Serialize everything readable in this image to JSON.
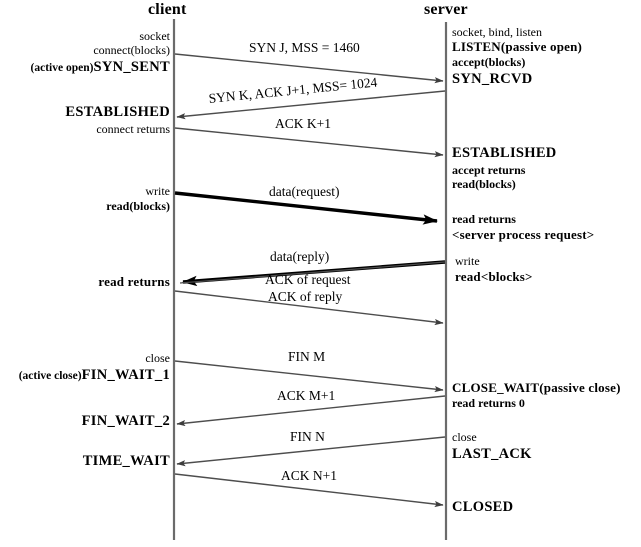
{
  "figure": {
    "type": "tcp-connection-sequence-diagram",
    "client_title": "client",
    "server_title": "server",
    "line_color": "#4d4d4d",
    "text_color": "#000000",
    "background": "#ffffff"
  },
  "client_events": [
    {
      "text": "socket",
      "style": "small-norm"
    },
    {
      "text": "connect(blocks)",
      "style": "small-norm"
    },
    {
      "prefix": "(active open)",
      "text": "SYN_SENT",
      "style": "state"
    },
    {
      "text": "ESTABLISHED",
      "style": "state"
    },
    {
      "text": "connect returns",
      "style": "small-norm"
    },
    {
      "text": "write",
      "style": "small-norm"
    },
    {
      "text": "read(blocks)",
      "style": "small-bold"
    },
    {
      "text": "read returns",
      "style": "state-sm"
    },
    {
      "text": "close",
      "style": "small-norm"
    },
    {
      "prefix": "(active close)",
      "text": "FIN_WAIT_1",
      "style": "state"
    },
    {
      "text": "FIN_WAIT_2",
      "style": "state"
    },
    {
      "text": "TIME_WAIT",
      "style": "state"
    }
  ],
  "server_events": [
    {
      "text": "socket, bind, listen",
      "style": "small-norm"
    },
    {
      "text": "LISTEN(passive open)",
      "style": "state-sm"
    },
    {
      "text": "accept(blocks)",
      "style": "small-bold"
    },
    {
      "text": "SYN_RCVD",
      "style": "state"
    },
    {
      "text": "ESTABLISHED",
      "style": "state"
    },
    {
      "text": "accept returns",
      "style": "small-bold"
    },
    {
      "text": "read(blocks)",
      "style": "small-bold"
    },
    {
      "text": "read returns",
      "style": "small-bold"
    },
    {
      "text": "<server process request>",
      "style": "state-sm"
    },
    {
      "text": "write",
      "style": "small-norm"
    },
    {
      "text": "read<blocks>",
      "style": "state-sm"
    },
    {
      "text": "CLOSE_WAIT(passive close)",
      "style": "state-sm"
    },
    {
      "text": "read returns 0",
      "style": "small-bold"
    },
    {
      "text": "close",
      "style": "small-norm"
    },
    {
      "text": "LAST_ACK",
      "style": "state"
    },
    {
      "text": "CLOSED",
      "style": "state"
    }
  ],
  "messages": [
    {
      "label": "SYN J, MSS = 1460",
      "direction": "client-to-server",
      "weight": "thin"
    },
    {
      "label": "SYN K, ACK J+1, MSS= 1024",
      "direction": "server-to-client",
      "weight": "thin"
    },
    {
      "label": "ACK K+1",
      "direction": "client-to-server",
      "weight": "thin"
    },
    {
      "label": "data(request)",
      "direction": "client-to-server",
      "weight": "thick"
    },
    {
      "label": "data(reply)",
      "direction": "server-to-client",
      "weight": "thick"
    },
    {
      "label": "ACK of request",
      "direction": "server-to-client",
      "weight": "thin"
    },
    {
      "label": "ACK of reply",
      "direction": "client-to-server",
      "weight": "thin"
    },
    {
      "label": "FIN M",
      "direction": "client-to-server",
      "weight": "thin"
    },
    {
      "label": "ACK M+1",
      "direction": "server-to-client",
      "weight": "thin"
    },
    {
      "label": "FIN N",
      "direction": "server-to-client",
      "weight": "thin"
    },
    {
      "label": "ACK N+1",
      "direction": "client-to-server",
      "weight": "thin"
    }
  ]
}
